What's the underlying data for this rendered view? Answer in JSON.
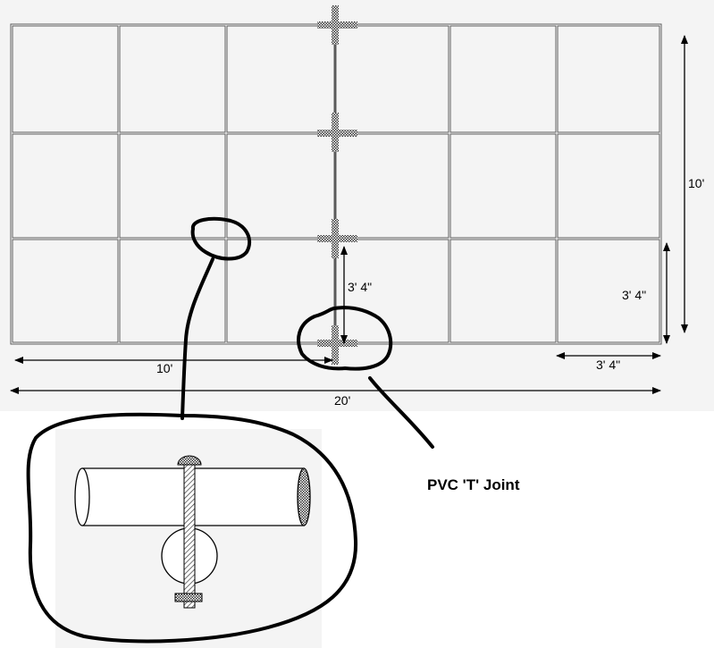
{
  "diagram": {
    "dimensions": {
      "height_total": "10'",
      "row_height_left": "3' 4\"",
      "row_height_right": "3' 4\"",
      "col_width": "3' 4\"",
      "half_width": "10'",
      "total_width": "20'"
    },
    "callout_label": "PVC 'T' Joint",
    "colors": {
      "background_panel": "#f4f4f4",
      "pipe": "#606060",
      "outline": "#000000",
      "joint_pattern": "#303030"
    }
  }
}
